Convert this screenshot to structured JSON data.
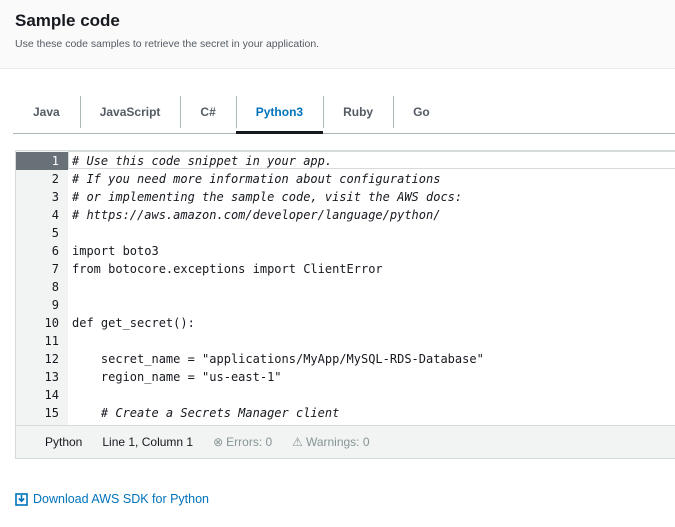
{
  "header": {
    "title": "Sample code",
    "subtitle": "Use these code samples to retrieve the secret in your application."
  },
  "tabs": [
    {
      "label": "Java"
    },
    {
      "label": "JavaScript"
    },
    {
      "label": "C#"
    },
    {
      "label": "Python3",
      "active": true
    },
    {
      "label": "Ruby"
    },
    {
      "label": "Go"
    }
  ],
  "code": {
    "lines": [
      {
        "n": "1",
        "t": "# Use this code snippet in your app.",
        "c": true
      },
      {
        "n": "2",
        "t": "# If you need more information about configurations",
        "c": true
      },
      {
        "n": "3",
        "t": "# or implementing the sample code, visit the AWS docs:",
        "c": true
      },
      {
        "n": "4",
        "t": "# https://aws.amazon.com/developer/language/python/",
        "c": true
      },
      {
        "n": "5",
        "t": ""
      },
      {
        "n": "6",
        "t": "import boto3"
      },
      {
        "n": "7",
        "t": "from botocore.exceptions import ClientError"
      },
      {
        "n": "8",
        "t": ""
      },
      {
        "n": "9",
        "t": ""
      },
      {
        "n": "10",
        "t": "def get_secret():"
      },
      {
        "n": "11",
        "t": ""
      },
      {
        "n": "12",
        "t": "    secret_name = \"applications/MyApp/MySQL-RDS-Database\""
      },
      {
        "n": "13",
        "t": "    region_name = \"us-east-1\""
      },
      {
        "n": "14",
        "t": ""
      },
      {
        "n": "15",
        "t": "    # Create a Secrets Manager client",
        "c": true
      }
    ]
  },
  "status": {
    "language": "Python",
    "position": "Line 1, Column 1",
    "errors": "Errors: 0",
    "warnings": "Warnings: 0"
  },
  "download_link": "Download AWS SDK for Python",
  "colors": {
    "accent": "#0073bb"
  }
}
